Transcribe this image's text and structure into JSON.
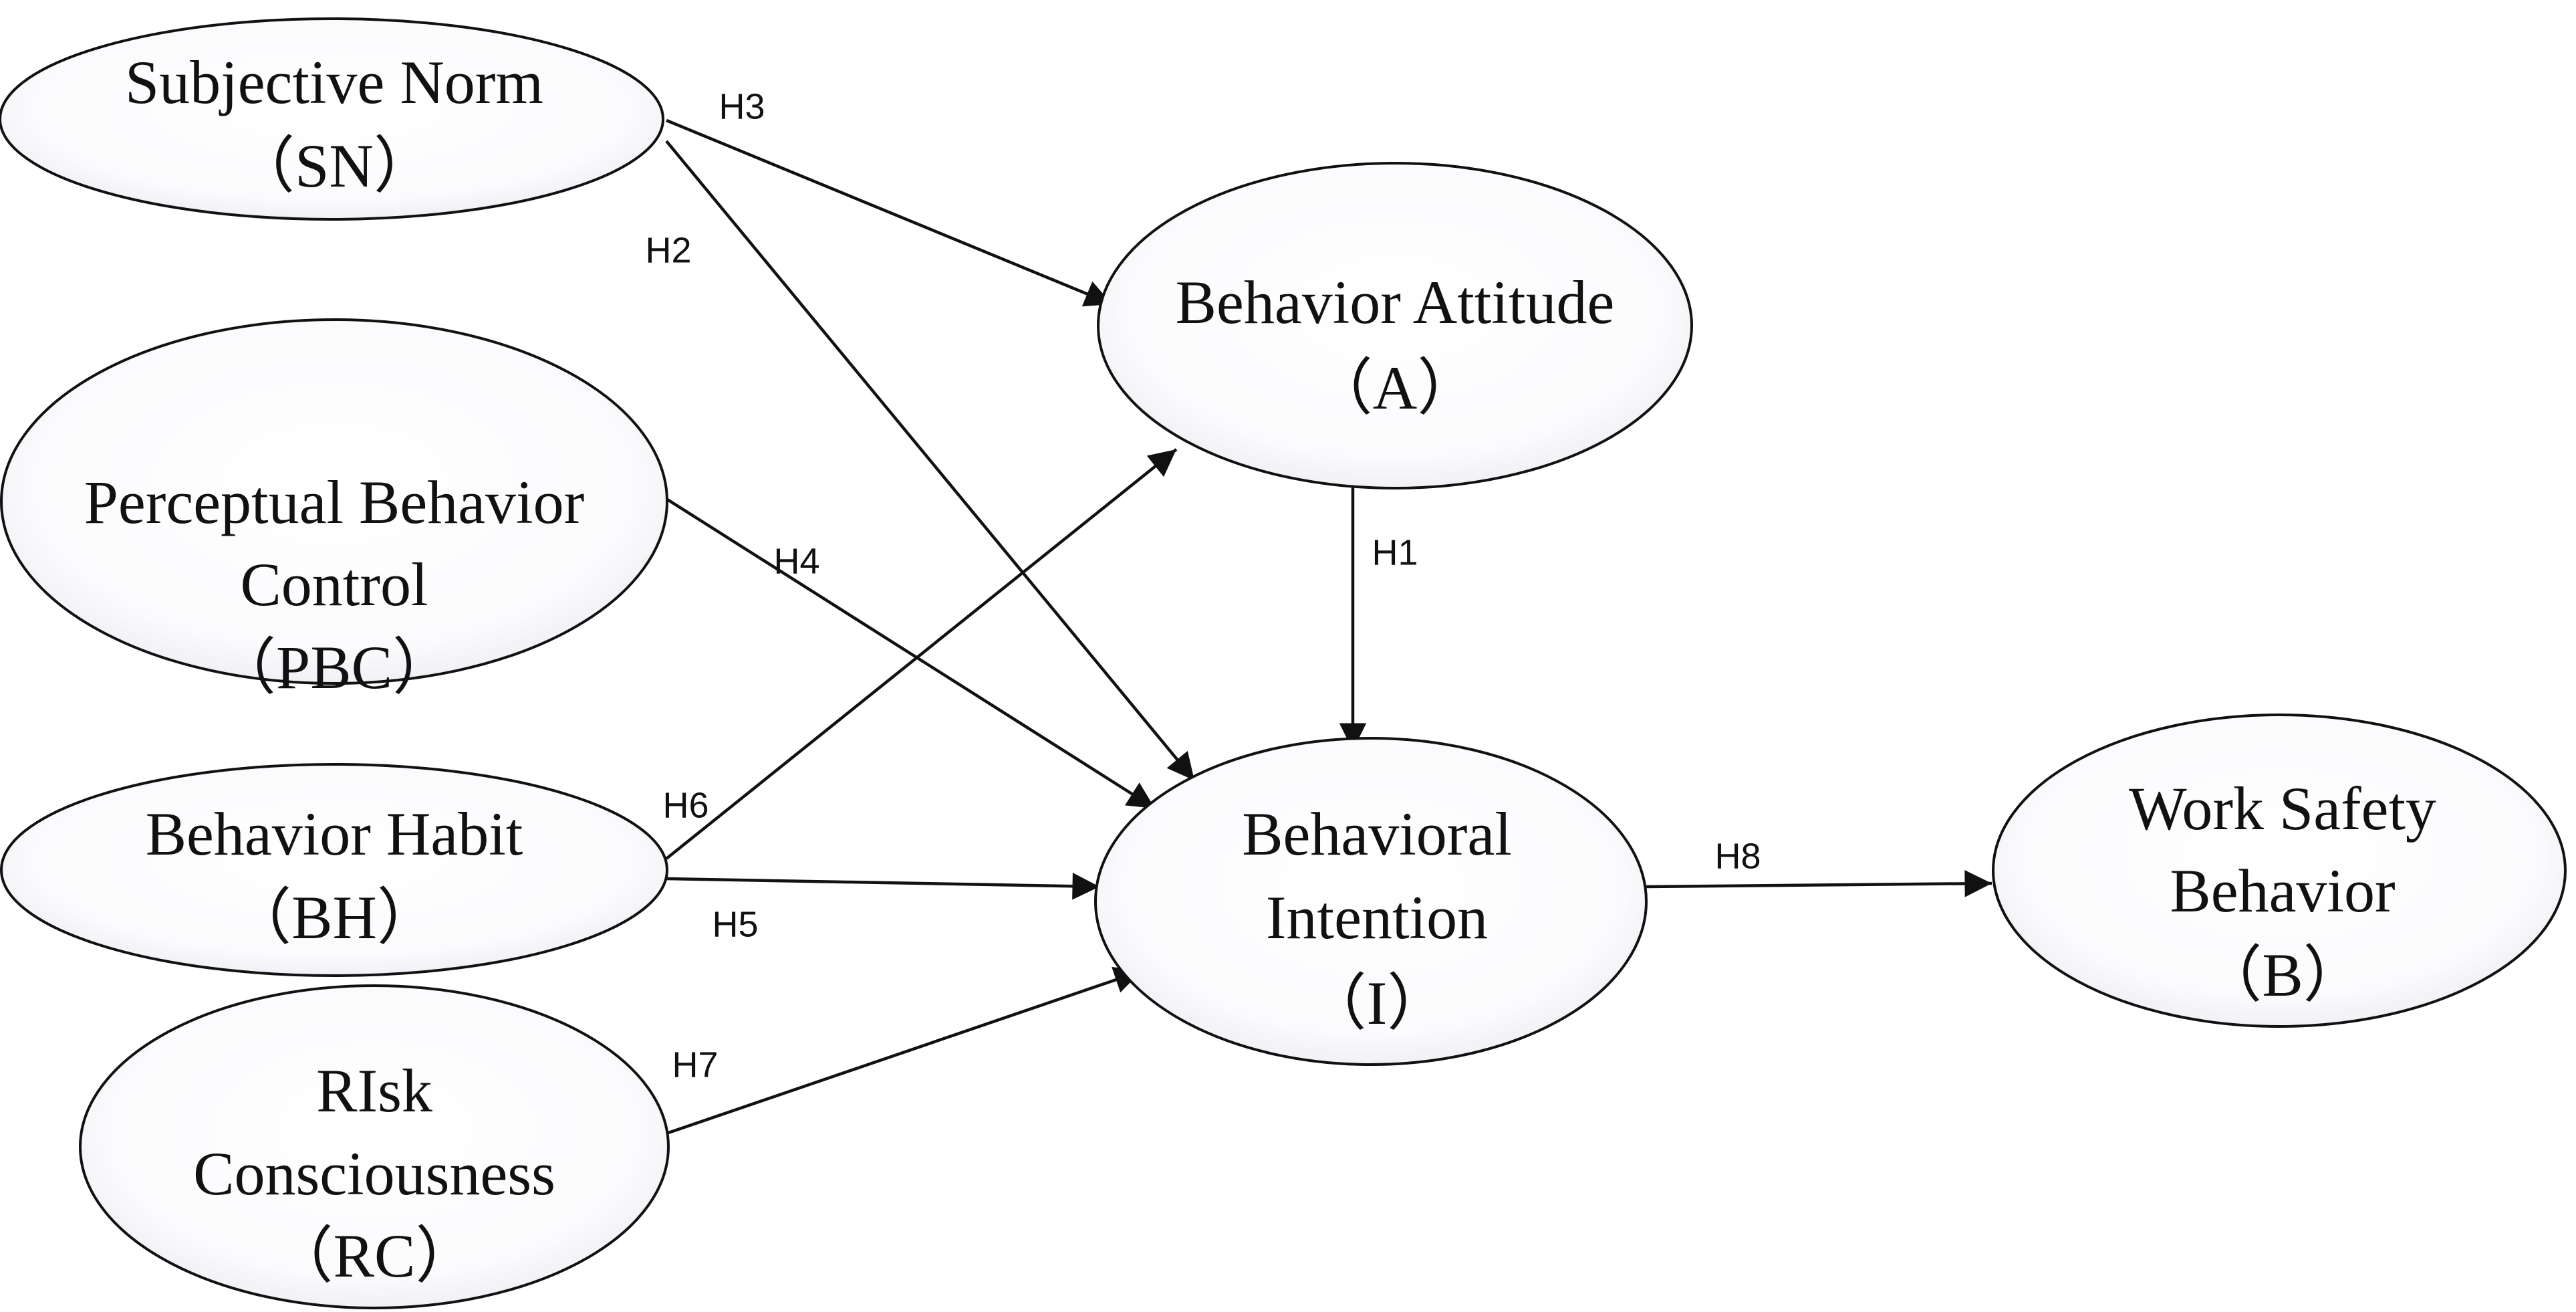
{
  "nodes": [
    {
      "id": "sn",
      "lines": [
        "Subjective Norm",
        "（SN）"
      ]
    },
    {
      "id": "pbc",
      "lines": [
        "Perceptual Behavior",
        "Control",
        "（PBC）"
      ]
    },
    {
      "id": "bh",
      "lines": [
        "Behavior Habit",
        "（BH）"
      ]
    },
    {
      "id": "rc",
      "lines": [
        "RIsk",
        "Consciousness",
        "（RC）"
      ]
    },
    {
      "id": "a",
      "lines": [
        "Behavior Attitude",
        "（A）"
      ]
    },
    {
      "id": "i",
      "lines": [
        "Behavioral",
        "Intention",
        "（I）"
      ]
    },
    {
      "id": "b",
      "lines": [
        "Work Safety",
        "Behavior",
        "（B）"
      ]
    }
  ],
  "edges": [
    {
      "from": "a",
      "to": "i",
      "label": "H1"
    },
    {
      "from": "sn",
      "to": "i",
      "label": "H2"
    },
    {
      "from": "sn",
      "to": "a",
      "label": "H3"
    },
    {
      "from": "pbc",
      "to": "i",
      "label": "H4"
    },
    {
      "from": "bh",
      "to": "i",
      "label": "H5"
    },
    {
      "from": "bh",
      "to": "a",
      "label": "H6"
    },
    {
      "from": "rc",
      "to": "i",
      "label": "H7"
    },
    {
      "from": "i",
      "to": "b",
      "label": "H8"
    }
  ]
}
